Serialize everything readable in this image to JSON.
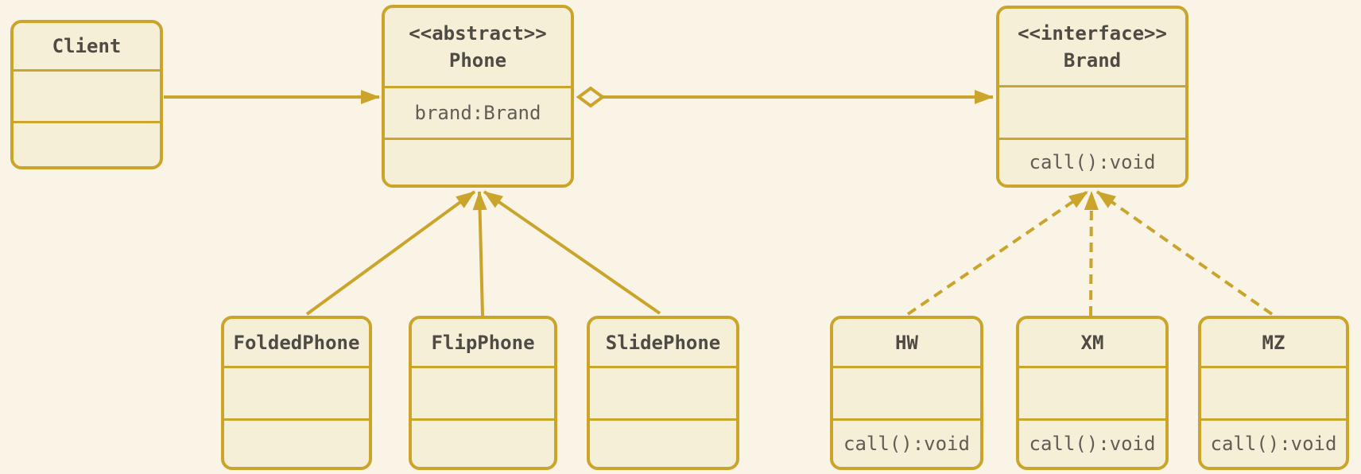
{
  "diagram": {
    "kind": "uml-class-diagram",
    "pattern": "Bridge",
    "colors": {
      "stroke": "#cba42c",
      "box_fill": "#f6efd8",
      "background": "#faf4e6",
      "title_text": "#4d4b43",
      "member_text": "#5f5d54"
    },
    "classes": [
      {
        "id": "client",
        "stereotype": "",
        "name": "Client",
        "attributes": [],
        "methods": []
      },
      {
        "id": "phone",
        "stereotype": "<<abstract>>",
        "name": "Phone",
        "attributes": [
          "brand:Brand"
        ],
        "methods": []
      },
      {
        "id": "brand",
        "stereotype": "<<interface>>",
        "name": "Brand",
        "attributes": [],
        "methods": [
          "call():void"
        ]
      },
      {
        "id": "foldedphone",
        "stereotype": "",
        "name": "FoldedPhone",
        "attributes": [],
        "methods": []
      },
      {
        "id": "flipphone",
        "stereotype": "",
        "name": "FlipPhone",
        "attributes": [],
        "methods": []
      },
      {
        "id": "slidephone",
        "stereotype": "",
        "name": "SlidePhone",
        "attributes": [],
        "methods": []
      },
      {
        "id": "hw",
        "stereotype": "",
        "name": "HW",
        "attributes": [],
        "methods": [
          "call():void"
        ]
      },
      {
        "id": "xm",
        "stereotype": "",
        "name": "XM",
        "attributes": [],
        "methods": [
          "call():void"
        ]
      },
      {
        "id": "mz",
        "stereotype": "",
        "name": "MZ",
        "attributes": [],
        "methods": [
          "call():void"
        ]
      }
    ],
    "relationships": [
      {
        "from": "Client",
        "to": "Phone",
        "type": "directed-association",
        "line": "solid",
        "arrowhead": "filled",
        "tail": "none"
      },
      {
        "from": "Phone",
        "to": "Brand",
        "type": "aggregation",
        "line": "solid",
        "arrowhead": "filled",
        "tail": "open-diamond"
      },
      {
        "from": "FoldedPhone",
        "to": "Phone",
        "type": "generalization",
        "line": "solid",
        "arrowhead": "filled",
        "tail": "none"
      },
      {
        "from": "FlipPhone",
        "to": "Phone",
        "type": "generalization",
        "line": "solid",
        "arrowhead": "filled",
        "tail": "none"
      },
      {
        "from": "SlidePhone",
        "to": "Phone",
        "type": "generalization",
        "line": "solid",
        "arrowhead": "filled",
        "tail": "none"
      },
      {
        "from": "HW",
        "to": "Brand",
        "type": "realization",
        "line": "dashed",
        "arrowhead": "filled",
        "tail": "none"
      },
      {
        "from": "XM",
        "to": "Brand",
        "type": "realization",
        "line": "dashed",
        "arrowhead": "filled",
        "tail": "none"
      },
      {
        "from": "MZ",
        "to": "Brand",
        "type": "realization",
        "line": "dashed",
        "arrowhead": "filled",
        "tail": "none"
      }
    ]
  }
}
